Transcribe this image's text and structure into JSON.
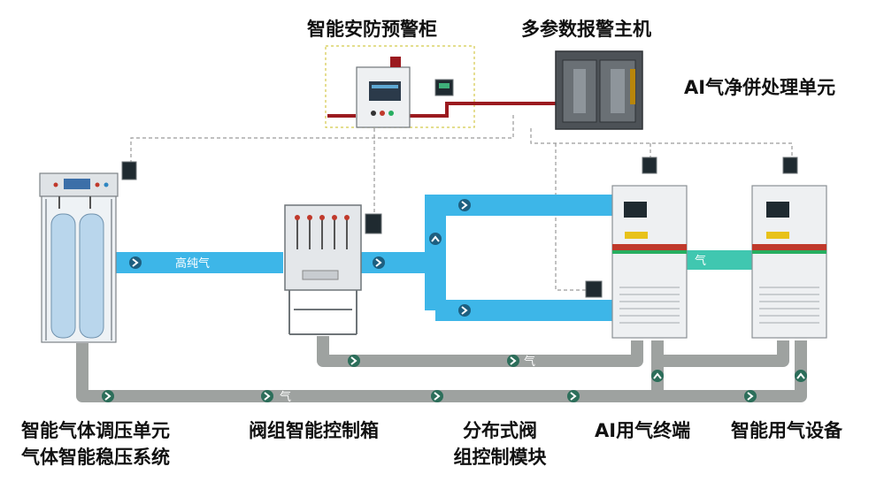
{
  "top": {
    "security_cabinet": "智能安防预警柜",
    "alarm_host": "多参数报警主机",
    "purification_unit": "AI气净併处理单元"
  },
  "pipes": {
    "high_purity": "高纯气",
    "exhaust_short": "气",
    "exhaust_mid": "气",
    "exhaust_bottom": "气"
  },
  "bottom": {
    "regulator_line1": "智能气体调压单元",
    "regulator_line2": "气体智能稳压系统",
    "valve_box": "阀组智能控制箱",
    "distributed_line1": "分布式阀",
    "distributed_line2": "组控制模块",
    "ai_terminal": "AI用气终端",
    "gas_equipment": "智能用气设备"
  },
  "colors": {
    "blue_pipe": "#3db6e8",
    "gray_pipe": "#9ea2a0",
    "teal_pipe": "#40c7b0",
    "signal_red": "#9b1a1f",
    "equipment_light": "#eef0f2"
  }
}
